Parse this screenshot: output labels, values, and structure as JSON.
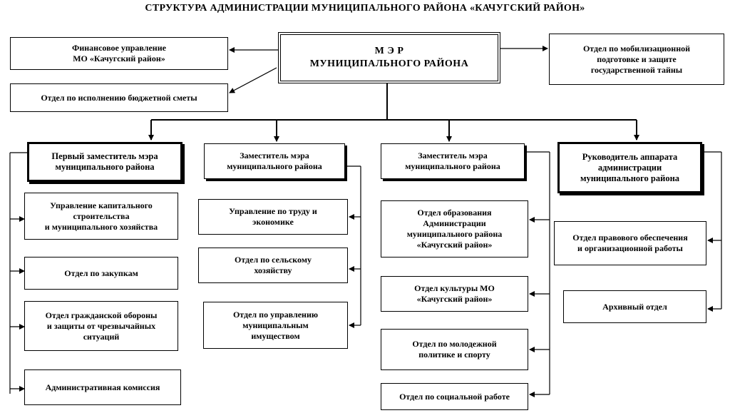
{
  "title": "СТРУКТУРА АДМИНИСТРАЦИИ МУНИЦИПАЛЬНОГО РАЙОНА «КАЧУГСКИЙ РАЙОН»",
  "mayor": "М Э Р\nМУНИЦИПАЛЬНОГО РАЙОНА",
  "top_left": [
    "Финансовое управление\nМО «Качугский район»",
    "Отдел по исполнению бюджетной сметы"
  ],
  "top_right": "Отдел по мобилизационной\nподготовке и защите\nгосударственной тайны",
  "deputies": [
    "Первый заместитель мэра\nмуниципального района",
    "Заместитель  мэра\nмуниципального района",
    "Заместитель мэра\nмуниципального  района",
    "Руководитель аппарата\nадминистрации\nмуниципального района"
  ],
  "col1": [
    "Управление капитального\nстроительства\nи  муниципального хозяйства",
    "Отдел   по закупкам",
    "Отдел  гражданской обороны\nи защиты от чрезвычайных\nситуаций",
    "Административная комиссия"
  ],
  "col2": [
    "Управление  по труду и\nэкономике",
    "Отдел  по  сельскому\nхозяйству",
    "Отдел по управлению\nмуниципальным\nимуществом"
  ],
  "col3": [
    "Отдел образования\nАдминистрации\nмуниципального района\n«Качугский район»",
    "Отдел культуры МО\n«Качугский район»",
    "Отдел по молодежной\nполитике и спорту",
    "Отдел по социальной работе"
  ],
  "col4": [
    "Отдел правового обеспечения\nи организационной работы",
    "Архивный отдел"
  ]
}
